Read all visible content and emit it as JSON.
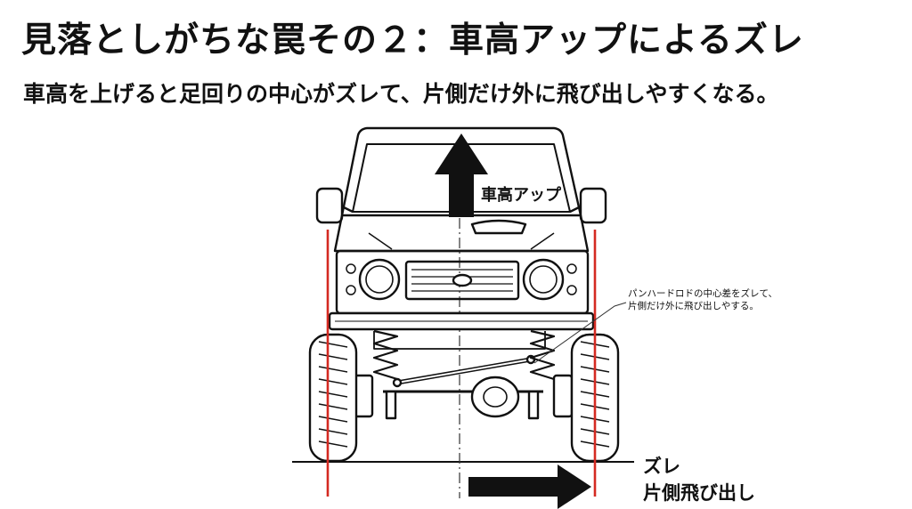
{
  "header": {
    "title": "見落としがちな罠その２：車高アップによるズレ",
    "subtitle": "車高を上げると足回りの中心がズレて、片側だけ外に飛び出しやすくなる。"
  },
  "diagram": {
    "up_label": "車高アップ",
    "callout_line1": "パンハードロドの中心差をズレて、",
    "callout_line2": "片側だけ外に飛び出しやする。",
    "shift_label_1": "ズレ",
    "shift_label_2": "片側飛び出し"
  },
  "colors": {
    "guide_line": "#d42a22",
    "ink": "#111111"
  },
  "icons": [
    "up-arrow-icon",
    "right-arrow-icon"
  ]
}
